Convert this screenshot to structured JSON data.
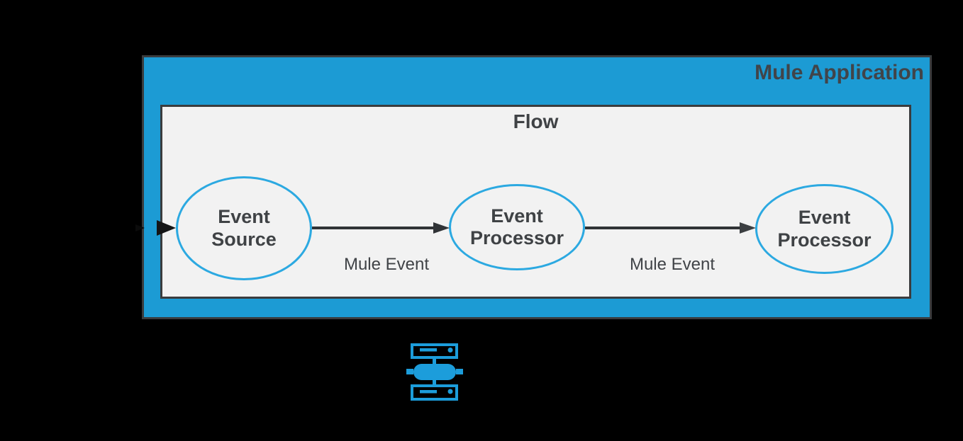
{
  "diagram": {
    "title": "Mule Application",
    "flow": {
      "title": "Flow",
      "nodes": [
        {
          "id": "event-source",
          "line1": "Event",
          "line2": "Source"
        },
        {
          "id": "event-processor-1",
          "line1": "Event",
          "line2": "Processor"
        },
        {
          "id": "event-processor-2",
          "line1": "Event",
          "line2": "Processor"
        }
      ],
      "edges": [
        {
          "label": "Mule Event"
        },
        {
          "label": "Mule Event"
        }
      ]
    },
    "icons": {
      "mule_runtime": "mule-runtime-server-icon"
    },
    "colors": {
      "background": "#000000",
      "container_blue": "#1C9BD4",
      "container_border": "#3A3C3E",
      "flow_background": "#F2F2F2",
      "flow_border": "#3A3C3E",
      "node_stroke_blue": "#2CA9E1",
      "icon_blue": "#1C9DDB",
      "text_dark": "#3F4245",
      "arrow_dark": "#303336"
    }
  }
}
